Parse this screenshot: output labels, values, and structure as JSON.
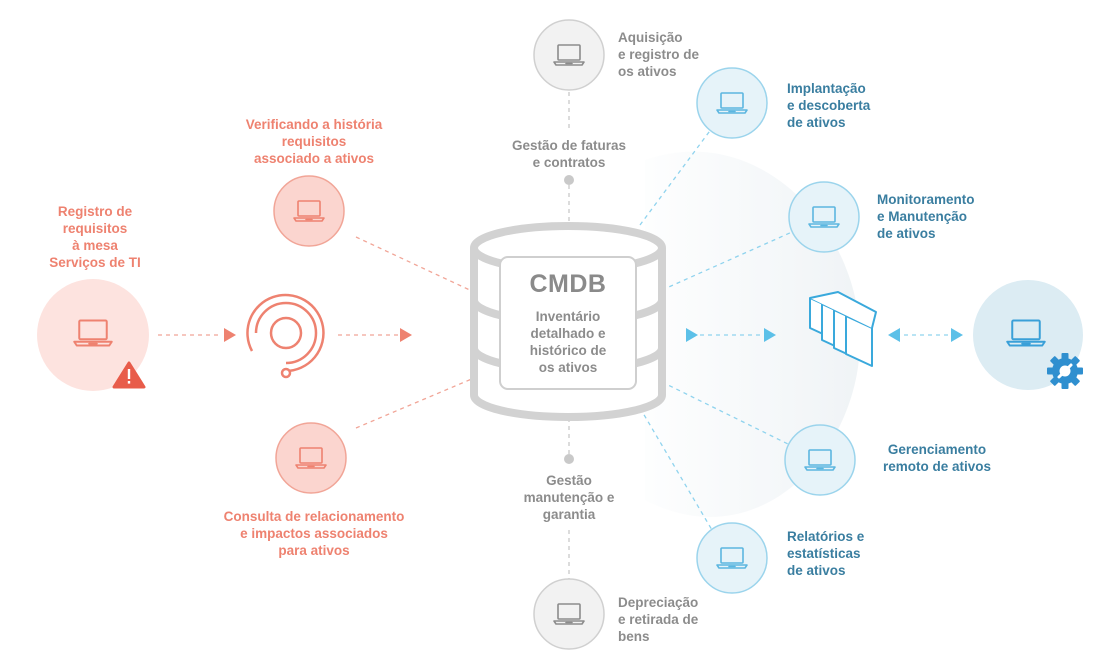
{
  "colors": {
    "orange": "#ee8270",
    "orange_fill": "#fde3df",
    "orange_icon_bg": "#fbd5cf",
    "gray": "#8c8c8c",
    "gray_fill": "#f2f2f2",
    "blue": "#3a7ea0",
    "blue_fill": "#e6f3f9",
    "blue_line": "#5cc0e8",
    "warning": "#e85c4a"
  },
  "core": {
    "title": "CMDB",
    "description": "Inventário\ndetalhado e\nhistórico de\nos ativos"
  },
  "left_flow": {
    "register": "Registro de\nrequisitos\nà mesa\nServiços de TI",
    "verify": "Verificando a história\nrequisitos\nassociado a ativos",
    "consult": "Consulta de relacionamento\ne impactos associados\npara ativos"
  },
  "vertical": {
    "acquisition": "Aquisição\ne registro de\nos ativos",
    "invoices": "Gestão de faturas\ne contratos",
    "maintenance": "Gestão\nmanutenção e\ngarantia",
    "depreciation": "Depreciação\ne retirada de\nbens"
  },
  "right_fan": {
    "deployment": "Implantação\ne descoberta\nde ativos",
    "monitoring": "Monitoramento\ne Manutenção\nde ativos",
    "remote": "Gerenciamento\nremoto de ativos",
    "reports": "Relatórios e\nestatísticas\nde ativos"
  },
  "icons": {
    "laptop": "laptop-icon",
    "warning": "warning-icon",
    "spiral": "spiral-icon",
    "database": "database-icon",
    "logo": "stacked-layers-logo",
    "gear": "gear-icon"
  }
}
